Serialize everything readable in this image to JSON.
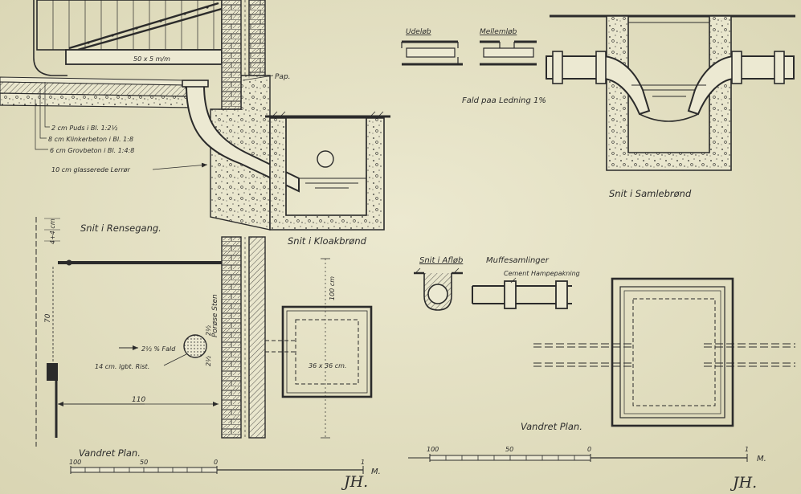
{
  "signature": "JH.",
  "drain_section": {
    "grate_label": "50 x 5 m/m",
    "pap_label": "Pap.",
    "layers": [
      "2 cm Puds i Bl. 1:2½",
      "8 cm Klinkerbeton i Bl. 1:8",
      "6 cm Grovbeton i Bl. 1:4:8",
      "10 cm glasserede Lerrør"
    ],
    "manhole_caption": "Snit i Kloakbrønd"
  },
  "gully_plan": {
    "section_caption": "Snit i Rensegang.",
    "dim_top": "4+4 cm",
    "dim_height": "70",
    "fall_label": "2½ % Fald",
    "grate_label": "14 cm. lgbt. Rist.",
    "grate_dims": [
      "2½",
      "2½"
    ],
    "porous_label": "Porøse Sten",
    "dim_manhole_depth": "100 cm",
    "manhole_size": "36 x 36 cm.",
    "dim_width": "110",
    "caption": "Vandret Plan.",
    "scale_labels": [
      "100",
      "50",
      "0",
      "1"
    ],
    "scale_unit": "M."
  },
  "collector_section": {
    "outlet_label": "Udeløb",
    "middle_label": "Mellemløb",
    "fall_label": "Fald paa Ledning 1%",
    "caption": "Snit i Samlebrønd"
  },
  "pipe_details": {
    "drain_section_caption": "Snit i Afløb",
    "joints_label": "Muffesamlinger",
    "packing_label": "Cement Hampepakning"
  },
  "collector_plan": {
    "caption": "Vandret Plan.",
    "scale_labels": [
      "100",
      "50",
      "0",
      "1"
    ],
    "scale_unit": "M."
  },
  "colors": {
    "paper": "#e7e4c9",
    "ink": "#2b2b2b"
  }
}
